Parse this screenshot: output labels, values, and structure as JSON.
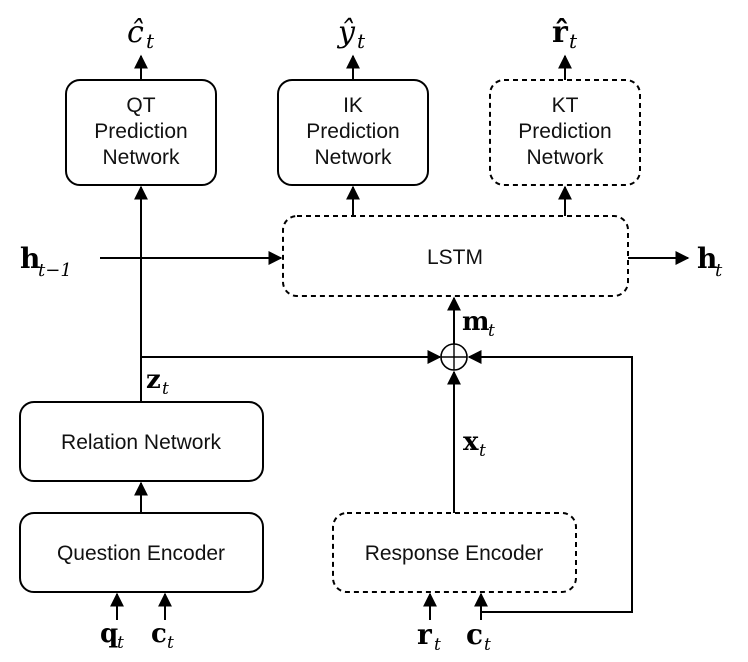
{
  "boxes": {
    "qt": {
      "line1": "QT",
      "line2": "Prediction",
      "line3": "Network"
    },
    "ik": {
      "line1": "IK",
      "line2": "Prediction",
      "line3": "Network"
    },
    "kt": {
      "line1": "KT",
      "line2": "Prediction",
      "line3": "Network"
    },
    "lstm": {
      "label": "LSTM"
    },
    "relation": {
      "label": "Relation Network"
    },
    "question_encoder": {
      "label": "Question Encoder"
    },
    "response_encoder": {
      "label": "Response Encoder"
    }
  },
  "symbols": {
    "c_hat": {
      "base": "ĉ",
      "sub": "t"
    },
    "y_hat": {
      "base": "ŷ",
      "sub": "t"
    },
    "r_hat": {
      "base": "r̂",
      "sub": "t"
    },
    "h_prev": {
      "base": "h",
      "sub": "t−1"
    },
    "h_t": {
      "base": "h",
      "sub": "t"
    },
    "m_t": {
      "base": "m",
      "sub": "t"
    },
    "z_t": {
      "base": "z",
      "sub": "t"
    },
    "x_t": {
      "base": "x",
      "sub": "t"
    },
    "q_t": {
      "base": "q",
      "sub": "t"
    },
    "c_t_left": {
      "base": "c",
      "sub": "t"
    },
    "r_t": {
      "base": "r",
      "sub": "t"
    },
    "c_t_right": {
      "base": "c",
      "sub": "t"
    },
    "oplus": "⊕"
  }
}
